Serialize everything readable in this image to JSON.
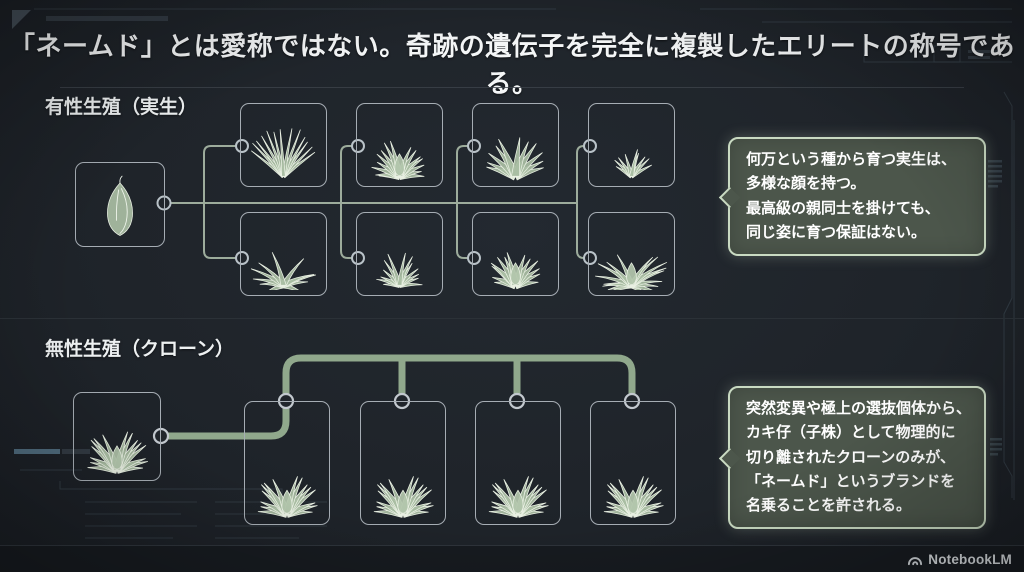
{
  "title": "「ネームド」とは愛称ではない。奇跡の遺伝子を完全に複製したエリートの称号である。",
  "sections": {
    "sexual": {
      "heading": "有性生殖（実生）",
      "source_icon": "seed-icon",
      "offspring": [
        "agave-tall-icon",
        "agave-rosette-dense-icon",
        "agave-rosette-broad-icon",
        "agave-small-icon",
        "agave-splay-icon",
        "agave-spiky-small-icon",
        "agave-rosette-bud-icon",
        "agave-monster-icon"
      ],
      "callout": {
        "lines": [
          "何万という種から育つ実生は、",
          "多様な顔を持つ。",
          "最高級の親同士を掛けても、",
          "同じ姿に育つ保証はない。"
        ]
      }
    },
    "asexual": {
      "heading": "無性生殖（クローン）",
      "source_icon": "agave-parent-icon",
      "clones": [
        "agave-clone-icon",
        "agave-clone-icon",
        "agave-clone-icon",
        "agave-clone-icon"
      ],
      "callout": {
        "lines": [
          "突然変異や極上の選抜個体から、",
          "カキ仔（子株）として物理的に",
          "切り離されたクローンのみが、",
          "「ネームド」というブランドを",
          "名乗ることを許される。"
        ]
      }
    }
  },
  "footer": {
    "brand": "NotebookLM",
    "logo_icon": "notebooklm-logo-icon"
  },
  "colors": {
    "background": "#20252b",
    "box_border": "#a6adb4",
    "plant_fill": "#a9bda3",
    "thin_connector": "#b3c4b0",
    "thick_connector": "#90a88c",
    "callout_fill": "#4c564b",
    "callout_border": "#c9dac2",
    "hud_line": "#3e4a54",
    "hud_accent_blue": "#5c7e93"
  }
}
